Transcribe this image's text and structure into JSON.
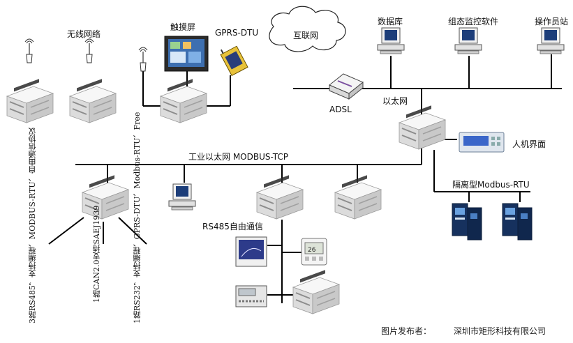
{
  "labels": {
    "wireless": "无线网络",
    "touchscreen": "触摸屏",
    "gprs_dtu": "GPRS-DTU",
    "internet": "互联网",
    "database": "数据库",
    "scada": "组态监控软件",
    "operator": "操作员站",
    "adsl": "ADSL",
    "ethernet": "以太网",
    "hmi": "人机界面",
    "industrial_ethernet": "工业以太网 MODBUS-TCP",
    "isolated_rtu": "隔离型Modbus-RTU",
    "rs485_free": "RS485自由通信"
  },
  "notes": {
    "rs485_ports": "3路RS485，支持编程、MODBUS-RTU、自由通信协议",
    "can_port": "1路CAN2.0支持SAEJ1939",
    "rs232_port": "1路RS232，支持编程、GPRS-DTU、Modbus-RTU、Free"
  },
  "footer": {
    "prefix": "图片发布者：",
    "company": "深圳市矩形科技有限公司"
  },
  "colors": {
    "line": "#000000",
    "plc_body": "#e9e9e9",
    "plc_shadow": "#bdbdbd",
    "screen_blue": "#1d3e7a",
    "hmi_panel": "#b9d3f0"
  }
}
